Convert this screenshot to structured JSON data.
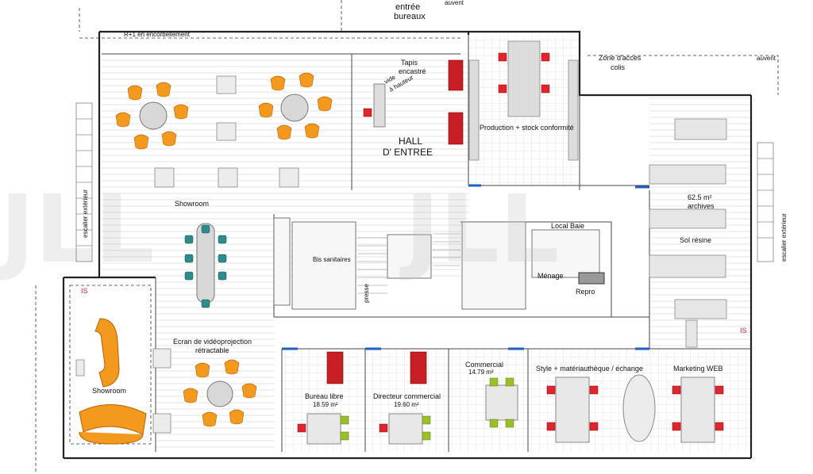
{
  "plan": {
    "top_labels": {
      "entree": "entrée",
      "bureaux": "bureaux",
      "auvent_top": "auvent",
      "r1_encorbellement": "R+1 en encorbellement",
      "zone_acces": "Zone d'accès",
      "colis": "colis",
      "auvent_right": "auvent"
    },
    "rooms": {
      "tapis": "Tapis",
      "encastre": "encastré",
      "vide_hauteur": "vide",
      "a_hauteur": "à hauteur",
      "hall_1": "HALL",
      "hall_2": "D' ENTREE",
      "production": "Production + stock conformité",
      "archives_area": "62.5 m²",
      "archives": "archives",
      "sol_resine": "Sol résine",
      "showroom_main": "Showroom",
      "showroom_lower": "Showroom",
      "ecran_1": "Ecran de vidéoprojection",
      "ecran_2": "rétractable",
      "local_baie": "Local Baie",
      "menage": "Ménage",
      "repro": "Repro",
      "bis_sanitaires": "Bis sanitaires",
      "bureau_libre": "Bureau libre",
      "bureau_libre_area": "18.59 m²",
      "directeur": "Directeur commercial",
      "directeur_area": "19.60 m²",
      "commercial": "Commercial",
      "commercial_area": "14.79 m²",
      "style": "Style + matériauthèque / échange",
      "marketing": "Marketing WEB",
      "is_left": "IS",
      "is_right": "IS",
      "escalier_left": "escalier extérieur",
      "escalier_right": "escalier extérieur",
      "presse": "presse"
    },
    "watermark": "JLL"
  }
}
